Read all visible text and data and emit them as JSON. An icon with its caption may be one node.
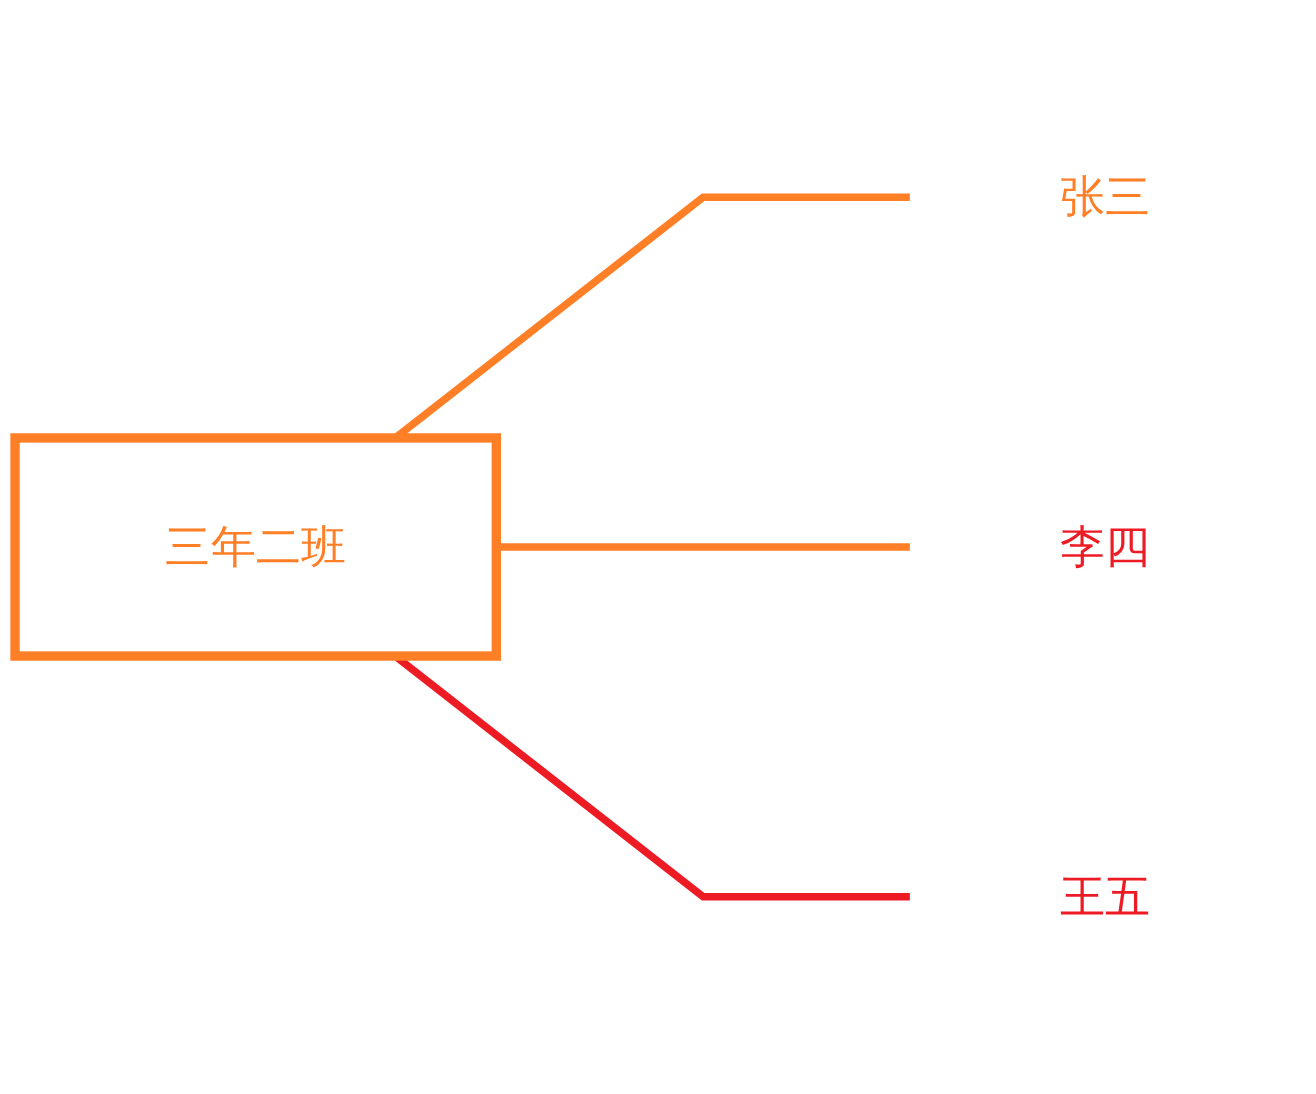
{
  "diagram": {
    "nodes": [
      {
        "text": [
          "三年二班"
        ]
      },
      {
        "text": [
          "张三"
        ]
      },
      {
        "text": [
          "李四"
        ]
      },
      {
        "text": [
          "王五"
        ]
      }
    ],
    "edges": [
      {
        "from": 0,
        "to": 1,
        "arrow": "none"
      },
      {
        "from": 0,
        "to": 2,
        "arrow": "none"
      },
      {
        "from": 0,
        "to": 3,
        "arrow": "none",
        "color": "#ed1c24"
      }
    ]
  }
}
